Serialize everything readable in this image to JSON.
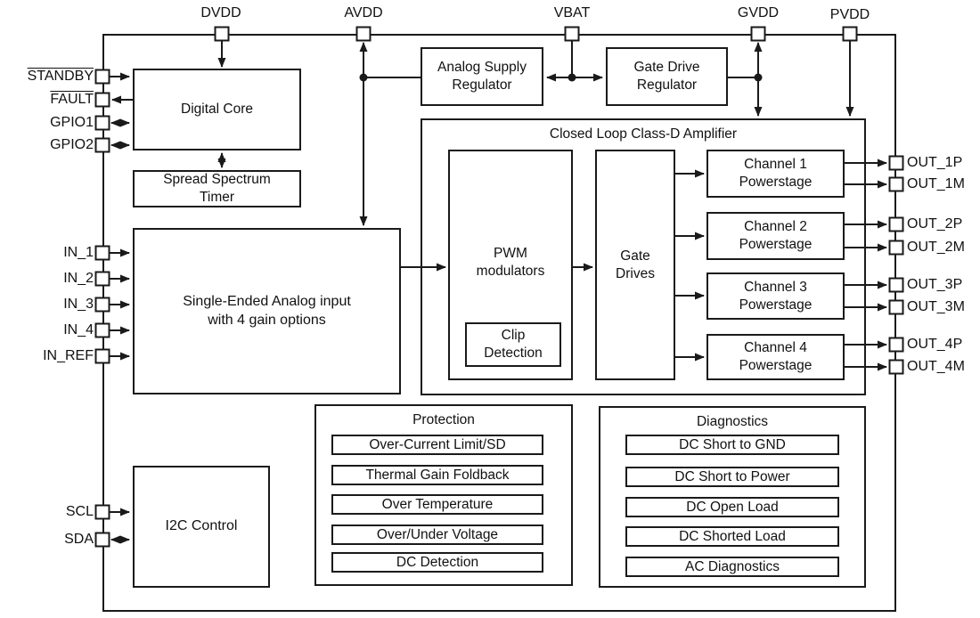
{
  "colors": {
    "line": "#1a1a1a",
    "background": "#ffffff"
  },
  "diagram": {
    "supply_pins": [
      {
        "label": "DVDD"
      },
      {
        "label": "AVDD"
      },
      {
        "label": "VBAT"
      },
      {
        "label": "GVDD"
      },
      {
        "label": "PVDD"
      }
    ],
    "left_pins": [
      {
        "label": "STANDBY",
        "overline": true
      },
      {
        "label": "FAULT",
        "overline": true
      },
      {
        "label": "GPIO1",
        "overline": false
      },
      {
        "label": "GPIO2",
        "overline": false
      },
      {
        "label": "IN_1",
        "overline": false
      },
      {
        "label": "IN_2",
        "overline": false
      },
      {
        "label": "IN_3",
        "overline": false
      },
      {
        "label": "IN_4",
        "overline": false
      },
      {
        "label": "IN_REF",
        "overline": false
      },
      {
        "label": "SCL",
        "overline": false
      },
      {
        "label": "SDA",
        "overline": false
      }
    ],
    "out_pins": [
      {
        "label": "OUT_1P"
      },
      {
        "label": "OUT_1M"
      },
      {
        "label": "OUT_2P"
      },
      {
        "label": "OUT_2M"
      },
      {
        "label": "OUT_3P"
      },
      {
        "label": "OUT_3M"
      },
      {
        "label": "OUT_4P"
      },
      {
        "label": "OUT_4M"
      }
    ],
    "blocks": {
      "digital_core": "Digital Core",
      "spread_spectrum_timer": "Spread Spectrum Timer",
      "analog_supply_regulator": "Analog Supply Regulator",
      "gate_drive_regulator": "Gate Drive Regulator",
      "closed_loop_title": "Closed Loop Class-D Amplifier",
      "pwm_modulators": "PWM modulators",
      "clip_detection": "Clip Detection",
      "gate_drives": "Gate Drives",
      "channels": [
        "Channel 1 Powerstage",
        "Channel 2 Powerstage",
        "Channel 3 Powerstage",
        "Channel 4 Powerstage"
      ],
      "analog_input": "Single-Ended Analog input with 4 gain options",
      "i2c_control": "I2C Control"
    },
    "protection": {
      "title": "Protection",
      "items": [
        "Over-Current Limit/SD",
        "Thermal Gain Foldback",
        "Over Temperature",
        "Over/Under Voltage",
        "DC Detection"
      ]
    },
    "diagnostics": {
      "title": "Diagnostics",
      "items": [
        "DC Short to GND",
        "DC Short to Power",
        "DC Open Load",
        "DC Shorted Load",
        "AC Diagnostics"
      ]
    }
  }
}
